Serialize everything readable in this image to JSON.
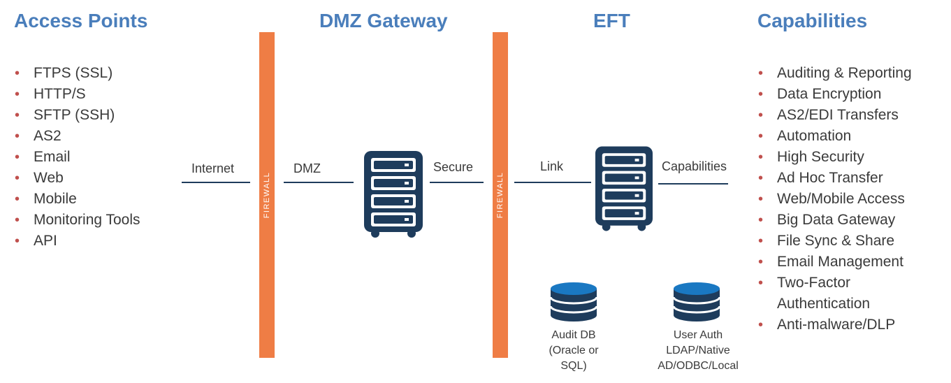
{
  "headings": {
    "access_points": "Access Points",
    "dmz_gateway": "DMZ Gateway",
    "eft": "EFT",
    "capabilities": "Capabilities"
  },
  "access_points": [
    "FTPS (SSL)",
    "HTTP/S",
    "SFTP (SSH)",
    "AS2",
    "Email",
    "Web",
    "Mobile",
    "Monitoring Tools",
    "API"
  ],
  "capabilities": [
    "Auditing & Reporting",
    "Data Encryption",
    "AS2/EDI Transfers",
    "Automation",
    "High Security",
    "Ad Hoc Transfer",
    "Web/Mobile Access",
    "Big Data Gateway",
    "File Sync & Share",
    "Email Management",
    "Two-Factor",
    "Authentication",
    "Anti-malware/DLP"
  ],
  "firewall_label": "FIREWALL",
  "links": {
    "internet": "Internet",
    "dmz": "DMZ",
    "secure": "Secure",
    "link": "Link",
    "capabilities": "Capabilities"
  },
  "databases": {
    "audit": [
      "Audit DB",
      "(Oracle or",
      "SQL)"
    ],
    "user_auth": [
      "User Auth",
      "LDAP/Native",
      "AD/ODBC/Local"
    ]
  },
  "colors": {
    "heading": "#4a7ebb",
    "firewall": "#ef7d45",
    "server": "#1e3c5c",
    "db_top": "#1a78c2",
    "bullet": "#c0504d"
  },
  "icons": {
    "server": "server-rack-icon",
    "database": "database-icon"
  }
}
